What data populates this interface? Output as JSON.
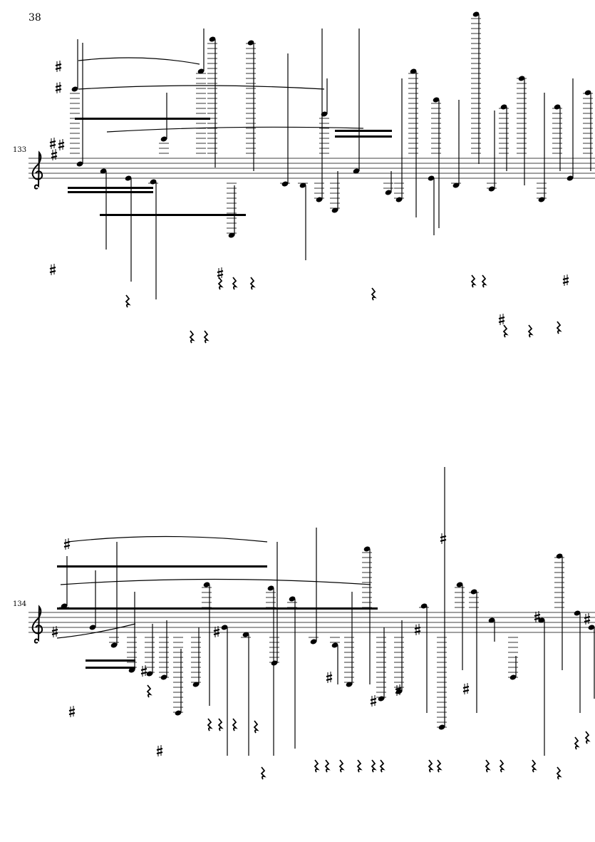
{
  "page": {
    "number": "38"
  },
  "systems": [
    {
      "measure_number": "133",
      "clef": "treble"
    },
    {
      "measure_number": "134",
      "clef": "treble"
    }
  ],
  "colors": {
    "ink": "#000000",
    "paper": "#ffffff"
  }
}
